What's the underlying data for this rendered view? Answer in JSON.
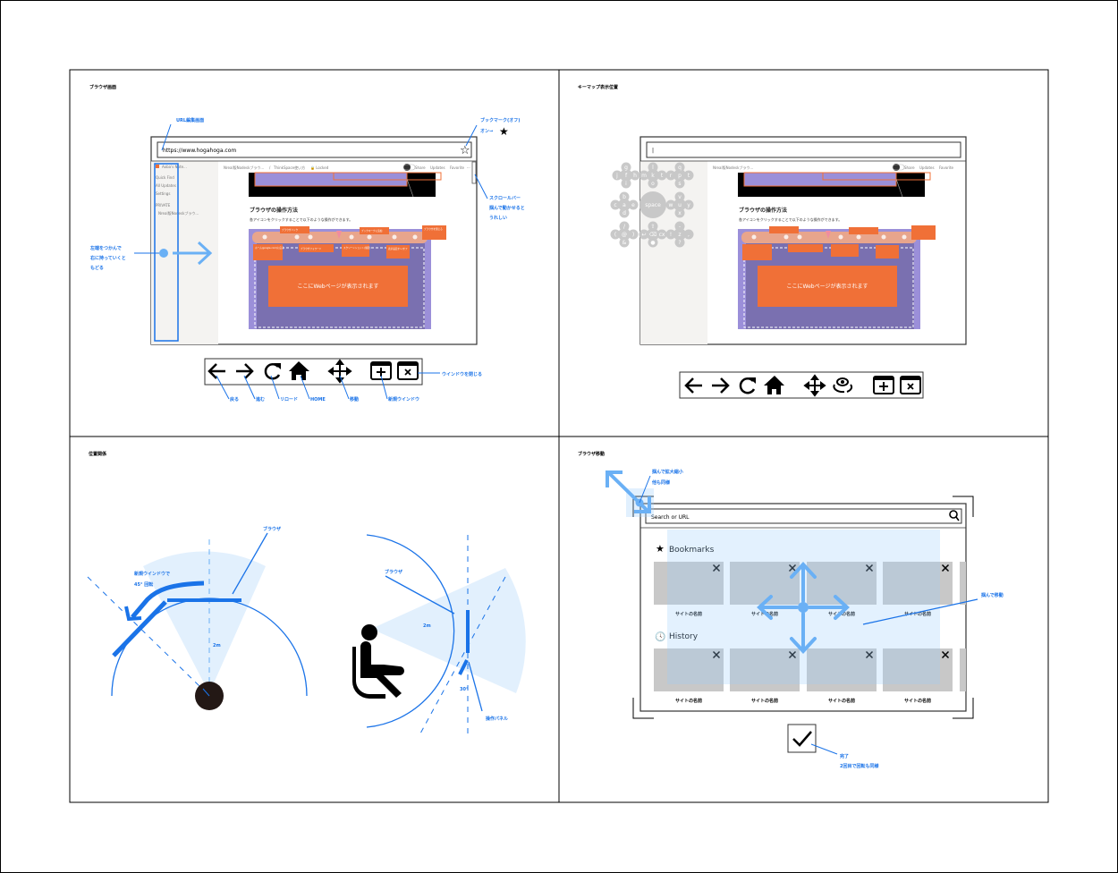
{
  "panels": {
    "browser_screen": {
      "title": "ブラウザ画面",
      "url": "https://www.hogahoga.com",
      "sidebar": {
        "workspace": "Aoba's Note...",
        "items": [
          "Quick Find",
          "All Updates",
          "Settings"
        ],
        "section": "PRIVATE",
        "page": "Nreal版Nodeskブラウ..."
      },
      "topbar": {
        "breadcrumb1": "Nreal版Nodeskブラウ...",
        "sep": "/",
        "breadcrumb2": "ThinkSpace使い方",
        "locked": "🔒 Locked",
        "share": "Share",
        "updates": "Updates",
        "favorite": "Favorite",
        "more": "···"
      },
      "content": {
        "heading": "ブラウザの操作方法",
        "paragraph": "各アイコンをクリックすることで以下のような操作ができます。",
        "web_area": "ここにWebページが表示されます",
        "tags": [
          "ブラウザバック",
          "ブックマークに追加",
          "ブラウザを閉じる",
          "ホーム(google.com)に戻る",
          "ブラウザフォワード",
          "スクリーンショット(撮影)",
          "表示設定オン/オフ"
        ]
      },
      "annotations": {
        "url_edit": "URL編集画面",
        "bookmark_off": "ブックマーク(オフ)",
        "bookmark_on": "オン→",
        "scrollbar_1": "スクロールバー",
        "scrollbar_2": "掴んで動かせると",
        "scrollbar_3": "うれしい",
        "left_edge_1": "左端をつかんで",
        "left_edge_2": "右に持っていくと",
        "left_edge_3": "もどる"
      },
      "toolbar_labels": {
        "back": "戻る",
        "forward": "進む",
        "reload": "リロード",
        "home": "HOME",
        "move": "移動",
        "new_window": "新規ウインドウ",
        "close_window": "ウインドウを閉じる"
      }
    },
    "keymap_position": {
      "title": "キーマップ表示位置",
      "url_cursor": "|",
      "keys": {
        "c1": [
          "g",
          "j",
          "f",
          "h",
          "i"
        ],
        "c2": [
          "l",
          "m",
          "k",
          "t",
          "o"
        ],
        "c3": [
          "q",
          "r",
          "p",
          "t",
          "s"
        ],
        "c4": [
          "b",
          "c",
          "a",
          "e",
          "d"
        ],
        "c5": [
          "space"
        ],
        "c6": [
          "v",
          "w",
          "u",
          "y",
          "x"
        ],
        "c7": [
          "/",
          "(",
          "@",
          ")",
          "&"
        ],
        "c8": [
          "⇧",
          "↩",
          "⌫",
          "cx",
          "●"
        ],
        "c9": [
          "-",
          "!",
          "z",
          ",",
          "?"
        ]
      }
    },
    "positional_relation": {
      "title": "位置関係",
      "new_window_1": "新規ウインドウで",
      "new_window_2": "45° 回転",
      "browser_left": "ブラウザ",
      "distance_left": "2m",
      "browser_right": "ブラウザ",
      "distance_right": "2m",
      "angle": "30°",
      "control_panel": "操作パネル"
    },
    "browser_move": {
      "title": "ブラウザ移動",
      "resize_1": "掴んで拡大縮小",
      "resize_2": "他も同様",
      "search_placeholder": "Search or URL",
      "bookmarks": "Bookmarks",
      "history": "History",
      "site_name": "サイトの名前",
      "drag_move": "掴んで移動",
      "done_1": "完了",
      "done_2": "2回目で回転も同様"
    }
  },
  "colors": {
    "accent": "#1a73e8",
    "light_blue": "#d6eafc",
    "orange": "#f07037",
    "purple": "#9b8fd9"
  }
}
